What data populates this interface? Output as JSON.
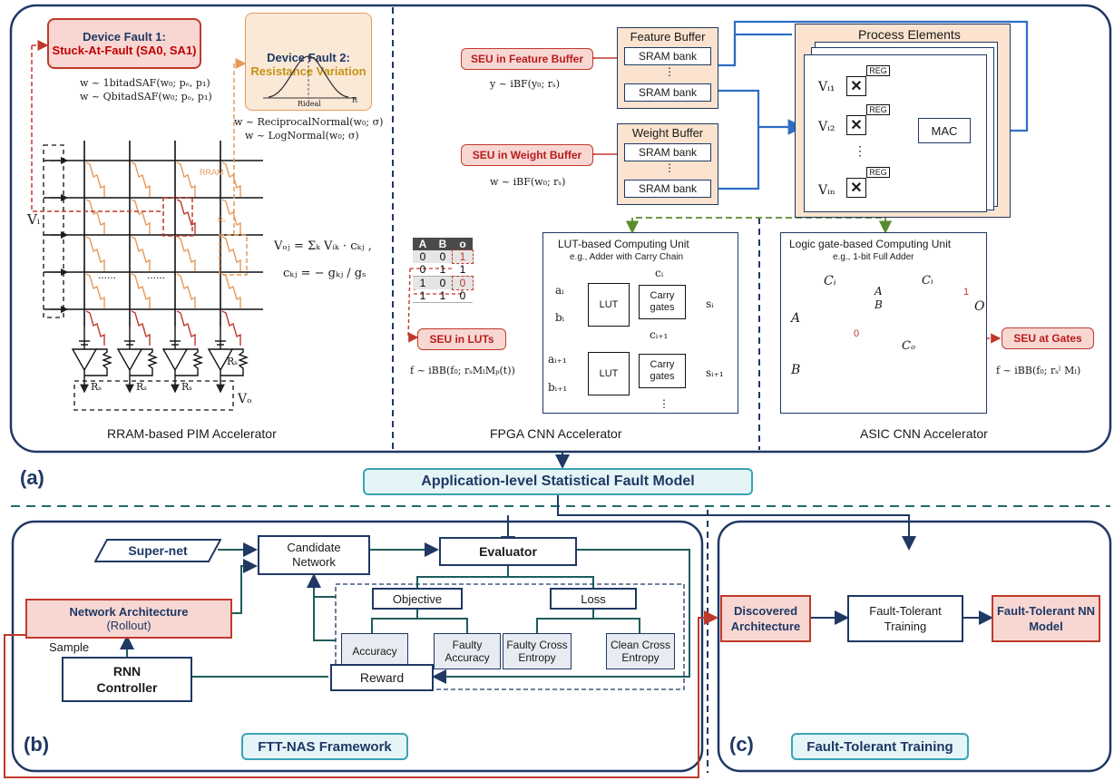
{
  "panel_labels": {
    "a": "(a)",
    "b": "(b)",
    "c": "(c)"
  },
  "rram": {
    "fault1_title": "Device Fault 1:",
    "fault1_sub": "Stuck-At-Fault (SA0, SA1)",
    "fault1_eq1": "w ~ 1bitadSAF(w₀; pₒ, p₁)",
    "fault1_eq2": "w ~ QbitadSAF(w₀; pₒ, p₁)",
    "fault2_title": "Device Fault 2:",
    "fault2_sub": "Resistance Variation",
    "r_ideal": "Rideal",
    "r_axis": "R",
    "fault2_eq1": "w ~ ReciprocalNormal(w₀; σ)",
    "fault2_eq2": "w ~ LogNormal(w₀; σ)",
    "rram_label": "RRAM",
    "rs_label": "Rₛ",
    "vi": "Vᵢ",
    "vo": "Vₒ",
    "voj_eq": "Vₒⱼ = Σₖ Vᵢₖ · cₖⱼ ,",
    "ckj_eq": "cₖⱼ = − gₖⱼ / gₛ",
    "dots": "......",
    "caption": "RRAM-based PIM Accelerator"
  },
  "fpga": {
    "seu_feature": "SEU in Feature Buffer",
    "seu_weight": "SEU in Weight Buffer",
    "feature_buffer": "Feature Buffer",
    "weight_buffer": "Weight Buffer",
    "sram": "SRAM bank",
    "vdots": "⋮",
    "y_eq": "y ~ iBF(y₀; rₛ)",
    "w_eq": "w ~ iBF(w₀; rₛ)",
    "pe_title": "Process Elements",
    "reg": "REG",
    "mac": "MAC",
    "vi1": "Vᵢ₁",
    "vi2": "Vᵢ₂",
    "vin": "Vᵢₙ",
    "truth_header": [
      "A",
      "B",
      "o"
    ],
    "truth_rows": [
      [
        "0",
        "0",
        "1"
      ],
      [
        "0",
        "1",
        "1"
      ],
      [
        "1",
        "0",
        "0"
      ],
      [
        "1",
        "1",
        "0"
      ]
    ],
    "seu_luts": "SEU in LUTs",
    "f_eq": "f ~ iBB(f₀; rₛMₗMₚ(t))",
    "lut_title": "LUT-based Computing Unit",
    "lut_sub": "e.g., Adder with Carry Chain",
    "lut": "LUT",
    "carry": "Carry gates",
    "ai": "aᵢ",
    "bi": "bᵢ",
    "ci": "cᵢ",
    "si": "sᵢ",
    "ai1": "aᵢ₊₁",
    "bi1": "bᵢ₊₁",
    "ci1": "cᵢ₊₁",
    "si1": "sᵢ₊₁",
    "caption": "FPGA CNN Accelerator"
  },
  "asic": {
    "title": "Logic gate-based Computing Unit",
    "sub": "e.g., 1-bit Full Adder",
    "ci": "Cᵢ",
    "a": "A",
    "b": "B",
    "o": "O",
    "co": "Cₒ",
    "zero": "0",
    "one": "1",
    "seu_gates": "SEU at Gates",
    "f_eq": "f ~ iBB(f₀; rₛˡ Mₗ)",
    "caption": "ASIC CNN Accelerator"
  },
  "fault_model": "Application-level Statistical Fault Model",
  "nas": {
    "supernet": "Super-net",
    "candidate": "Candidate Network",
    "evaluator": "Evaluator",
    "objective": "Objective",
    "loss": "Loss",
    "accuracy": "Accuracy",
    "faulty_accuracy": "Faulty Accuracy",
    "faulty_ce": "Faulty Cross Entropy",
    "clean_ce": "Clean Cross Entropy",
    "netarch": "Network Architecture",
    "rollout": "(Rollout)",
    "sample": "Sample",
    "rnn": "RNN Controller",
    "reward": "Reward",
    "framework": "FTT-NAS Framework"
  },
  "ftt": {
    "discovered": "Discovered Architecture",
    "training": "Fault-Tolerant Training",
    "model": "Fault-Tolerant NN Model",
    "title": "Fault-Tolerant Training"
  }
}
